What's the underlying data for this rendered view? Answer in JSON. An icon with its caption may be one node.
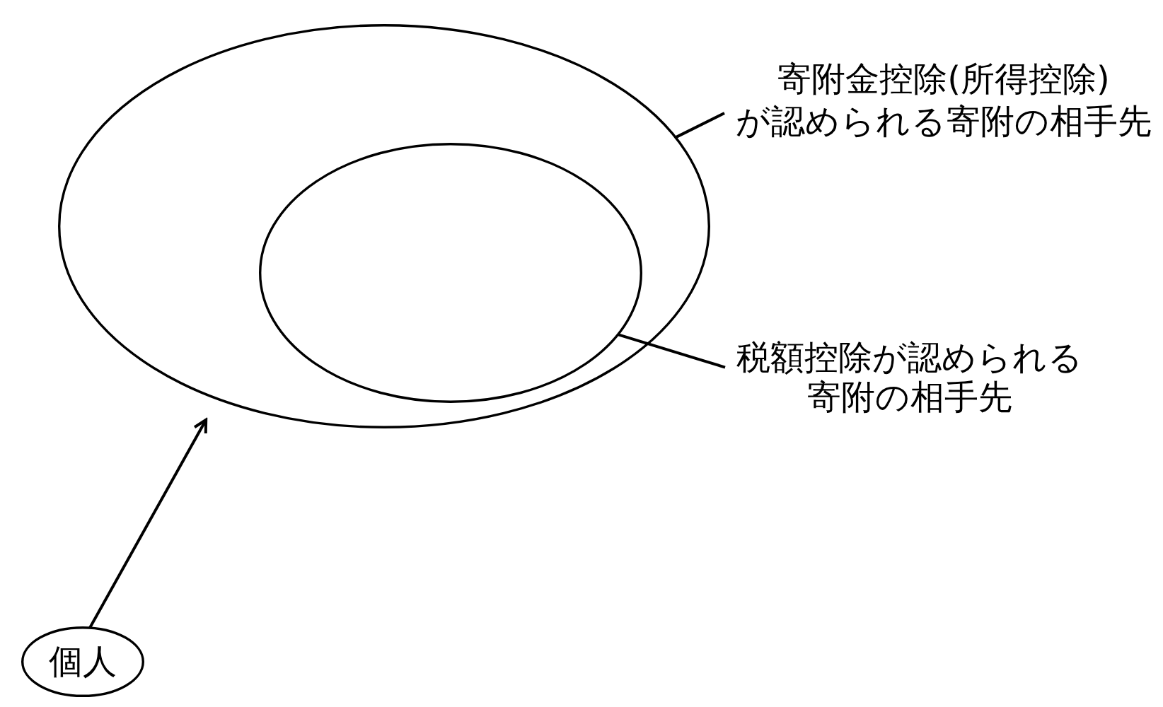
{
  "diagram": {
    "nodes": [
      {
        "text": [],
        "shape": "ellipse"
      },
      {
        "text": [],
        "shape": "ellipse",
        "in": 0
      },
      {
        "text": [
          "寄附金控除(所得控除)が認められる寄附の相手先"
        ]
      },
      {
        "text": [
          "税額控除が認められる寄附の相手先"
        ]
      },
      {
        "text": [
          "個人"
        ]
      }
    ],
    "edges": [
      {
        "from": 2,
        "to": 0,
        "arrow": "none"
      },
      {
        "from": 3,
        "to": 1,
        "arrow": "none"
      },
      {
        "from": 4,
        "to": 0,
        "arrow": "to"
      }
    ]
  }
}
